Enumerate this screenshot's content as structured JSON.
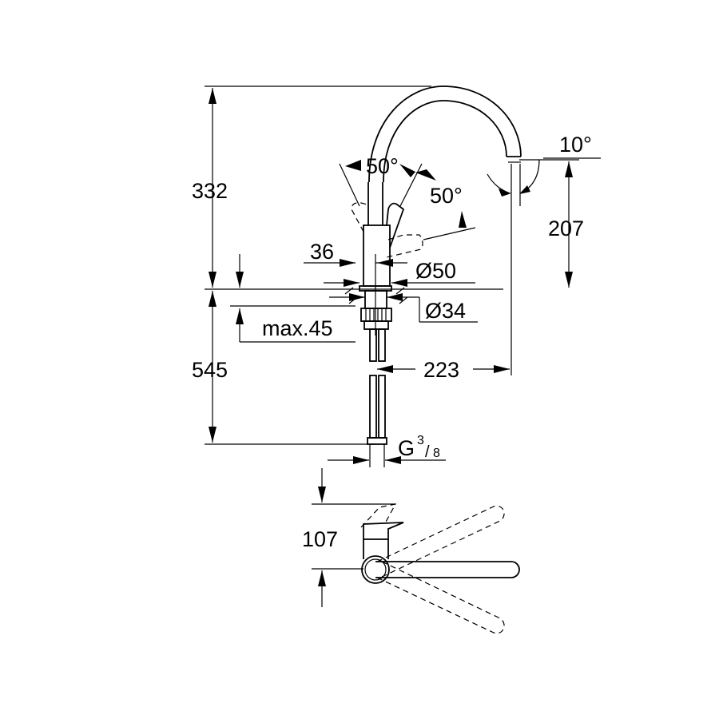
{
  "drawing": {
    "dimensions": {
      "total_height": "332",
      "spout_height": "207",
      "below_deck": "545",
      "lever_angle_left": "50°",
      "lever_angle_right": "50°",
      "spout_angle": "10°",
      "lever_offset": "36",
      "base_diameter": "Ø50",
      "hole_diameter": "Ø34",
      "deck_thickness": "max.45",
      "spout_reach": "223",
      "connection_g": "G",
      "connection_num": "3",
      "connection_den": "8",
      "top_view_depth": "107"
    }
  }
}
